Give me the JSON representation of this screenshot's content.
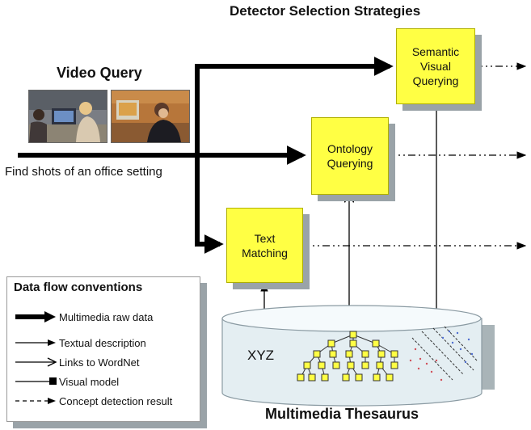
{
  "headings": {
    "strategies": "Detector Selection Strategies",
    "video_query": "Video Query",
    "thesaurus": "Multimedia Thesaurus"
  },
  "query_text": "Find shots of an office setting",
  "boxes": {
    "semantic": "Semantic\nVisual\nQuerying",
    "ontology": "Ontology\nQuerying",
    "text": "Text\nMatching"
  },
  "thesaurus_label": "XYZ",
  "legend": {
    "title": "Data flow conventions",
    "items": [
      {
        "label": "Multimedia raw data",
        "style": "thick-arrow"
      },
      {
        "label": "Textual description",
        "style": "thin-arrow"
      },
      {
        "label": "Links to WordNet",
        "style": "open-arrow"
      },
      {
        "label": "Visual model",
        "style": "square-end"
      },
      {
        "label": "Concept detection result",
        "style": "dashed-arrow"
      }
    ]
  },
  "colors": {
    "box_fill": "#ffff44",
    "shadow": "#9aa3a8",
    "cylinder": "#e4eef2"
  }
}
